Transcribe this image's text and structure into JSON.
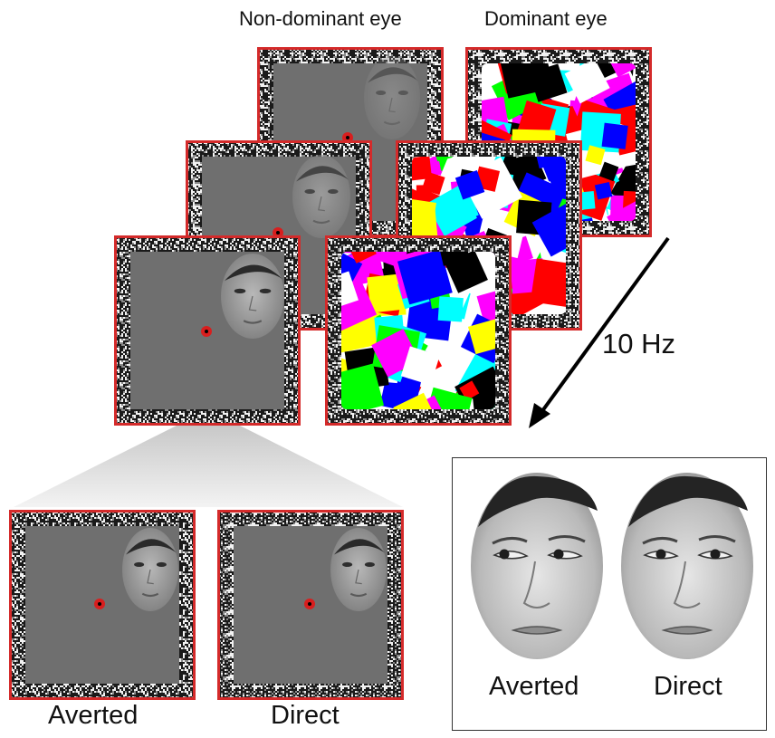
{
  "labels": {
    "non_dominant_eye": "Non-dominant eye",
    "dominant_eye": "Dominant eye",
    "frequency": "10 Hz",
    "example_averted": "Averted",
    "example_direct": "Direct",
    "face_averted": "Averted",
    "face_direct": "Direct"
  },
  "colors": {
    "frame_border": "#d42a2a",
    "noise_dark": "#1a1a1a",
    "noise_light": "#f2f2f2",
    "gray_field": "#6f6f6f",
    "fixation": "#d81e1e",
    "mondrian_palette": [
      "#ff0000",
      "#00ff00",
      "#0000ff",
      "#ffff00",
      "#00ffff",
      "#ff00ff",
      "#000000",
      "#ffffff"
    ]
  },
  "icons": {
    "fixation": "fixation-dot-icon",
    "face": "face-oval-icon",
    "arrow": "diagonal-arrow-icon"
  }
}
